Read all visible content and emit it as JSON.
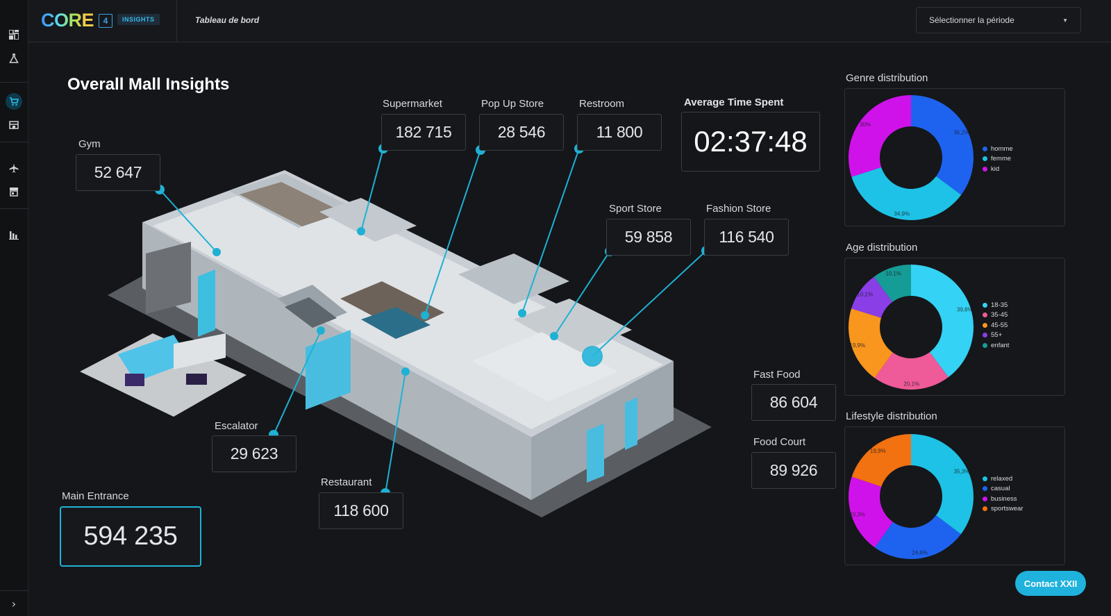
{
  "header": {
    "logo_text": "CORE",
    "logo_number": "4",
    "badge": "INSIGHTS",
    "breadcrumb": "Tableau de bord",
    "period_select": {
      "value": "Sélectionner la période"
    }
  },
  "sidebar": {
    "icons": [
      "dashboard-icon",
      "flask-icon",
      "cart-icon",
      "store-icon",
      "plane-icon",
      "shop-icon",
      "bar-chart-icon"
    ],
    "active": "cart-icon"
  },
  "page_title": "Overall Mall Insights",
  "zones": [
    {
      "key": "gym",
      "label": "Gym",
      "value": "52 647"
    },
    {
      "key": "supermarket",
      "label": "Supermarket",
      "value": "182 715"
    },
    {
      "key": "popup",
      "label": "Pop Up Store",
      "value": "28 546"
    },
    {
      "key": "restroom",
      "label": "Restroom",
      "value": "11 800"
    },
    {
      "key": "sport",
      "label": "Sport Store",
      "value": "59 858"
    },
    {
      "key": "fashion",
      "label": "Fashion Store",
      "value": "116 540"
    },
    {
      "key": "fastfood",
      "label": "Fast Food",
      "value": "86 604"
    },
    {
      "key": "foodcourt",
      "label": "Food Court",
      "value": "89 926"
    },
    {
      "key": "escalator",
      "label": "Escalator",
      "value": "29 623"
    },
    {
      "key": "restaurant",
      "label": "Restaurant",
      "value": "118 600"
    },
    {
      "key": "entrance",
      "label": "Main Entrance",
      "value": "594 235"
    }
  ],
  "average_time": {
    "label": "Average Time Spent",
    "value": "02:37:48"
  },
  "chart_data": [
    {
      "type": "pie",
      "title": "Genre distribution",
      "categories": [
        "homme",
        "femme",
        "kid"
      ],
      "values": [
        35.2,
        34.9,
        30
      ],
      "labels": [
        "35,2%",
        "34,9%",
        "30%"
      ],
      "colors": [
        "#1e63f0",
        "#1ec2e6",
        "#d012ea"
      ]
    },
    {
      "type": "pie",
      "title": "Age distribution",
      "categories": [
        "18-35",
        "35-45",
        "45-55",
        "55+",
        "enfant"
      ],
      "values": [
        39.8,
        20.1,
        19.9,
        10.1,
        10.1
      ],
      "labels": [
        "39,8%",
        "20,1%",
        "19,9%",
        "10,1%",
        "10,1%"
      ],
      "colors": [
        "#34d2f4",
        "#ef5a98",
        "#f8961e",
        "#8a3ee6",
        "#169c96"
      ]
    },
    {
      "type": "pie",
      "title": "Lifestyle distribution",
      "categories": [
        "relaxed",
        "casual",
        "business",
        "sportswear"
      ],
      "values": [
        35.3,
        24.6,
        20.3,
        19.9
      ],
      "labels": [
        "35,3%",
        "24,6%",
        "20,3%",
        "19,9%"
      ],
      "colors": [
        "#1ec2e6",
        "#1e63f0",
        "#d012ea",
        "#f27110"
      ]
    }
  ],
  "contact_button": "Contact XXII"
}
